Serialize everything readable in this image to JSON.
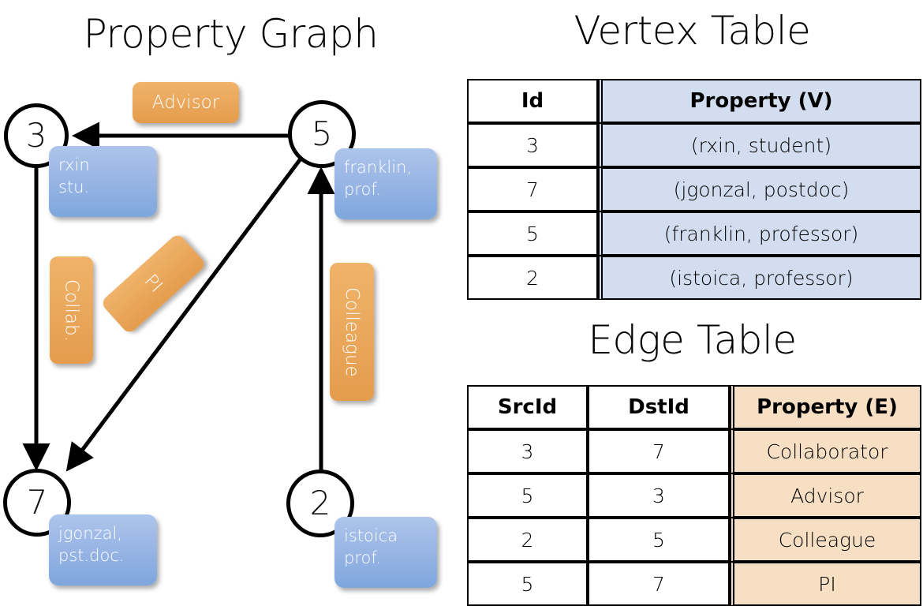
{
  "titles": {
    "property_graph": "Property Graph",
    "vertex_table": "Vertex Table",
    "edge_table": "Edge Table"
  },
  "graph": {
    "nodes": [
      {
        "id": "3",
        "property": "rxin\nstu."
      },
      {
        "id": "5",
        "property": "franklin,\nprof."
      },
      {
        "id": "7",
        "property": "jgonzal,\npst.doc."
      },
      {
        "id": "2",
        "property": "istoica\nprof."
      }
    ],
    "edge_labels": {
      "advisor": "Advisor",
      "collab": "Collab.",
      "pi": "PI",
      "colleague": "Colleague"
    },
    "edges": [
      {
        "src": "5",
        "dst": "3",
        "label": "Advisor"
      },
      {
        "src": "3",
        "dst": "7",
        "label": "Collab."
      },
      {
        "src": "5",
        "dst": "7",
        "label": "PI"
      },
      {
        "src": "2",
        "dst": "5",
        "label": "Colleague"
      }
    ]
  },
  "vertex_table": {
    "headers": [
      "Id",
      "Property (V)"
    ],
    "rows": [
      [
        "3",
        "(rxin, student)"
      ],
      [
        "7",
        "(jgonzal, postdoc)"
      ],
      [
        "5",
        "(franklin, professor)"
      ],
      [
        "2",
        "(istoica, professor)"
      ]
    ]
  },
  "edge_table": {
    "headers": [
      "SrcId",
      "DstId",
      "Property (E)"
    ],
    "rows": [
      [
        "3",
        "7",
        "Collaborator"
      ],
      [
        "5",
        "3",
        "Advisor"
      ],
      [
        "2",
        "5",
        "Colleague"
      ],
      [
        "5",
        "7",
        "PI"
      ]
    ]
  },
  "colors": {
    "vertex_property_fill": "#d2ddef",
    "edge_property_fill": "#f7dfc4",
    "node_box_blue": "#9ab6e5",
    "edge_label_orange": "#eaa95e",
    "stroke": "#000000"
  }
}
